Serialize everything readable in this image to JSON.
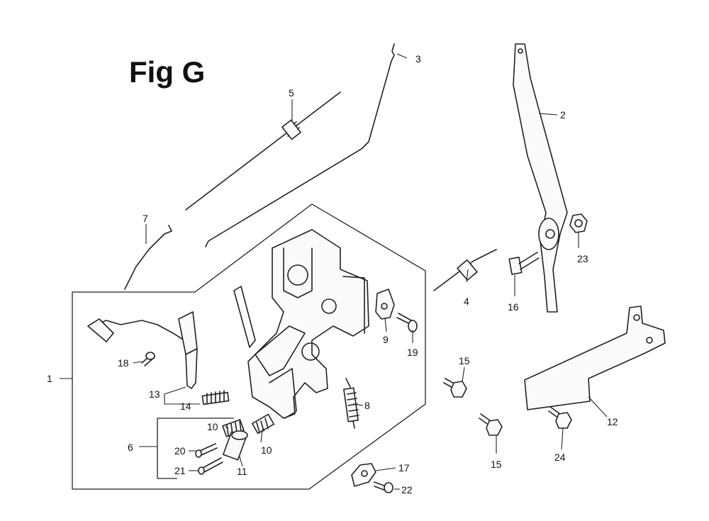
{
  "figure": {
    "title": "Fig G"
  },
  "callouts": {
    "c1": "1",
    "c2": "2",
    "c3": "3",
    "c4": "4",
    "c5": "5",
    "c6": "6",
    "c7": "7",
    "c8": "8",
    "c9": "9",
    "c10a": "10",
    "c10b": "10",
    "c11": "11",
    "c12": "12",
    "c13": "13",
    "c14": "14",
    "c15a": "15",
    "c15b": "15",
    "c16": "16",
    "c17": "17",
    "c18": "18",
    "c19": "19",
    "c20": "20",
    "c21": "21",
    "c22": "22",
    "c23": "23",
    "c24": "24"
  }
}
